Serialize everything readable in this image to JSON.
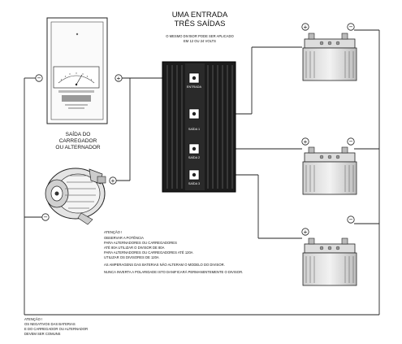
{
  "title": {
    "line1": "UMA ENTRADA",
    "line2": "TRÊS SAÍDAS",
    "sub1": "O MESMO DIVISOR PODE SER APLICADO",
    "sub2": "EM 12 OU 24 VOLTS"
  },
  "splitter": {
    "input": "ENTRADA",
    "out1": "SAÍDA 1",
    "out2": "SAÍDA 2",
    "out3": "SAÍDA 3"
  },
  "source": {
    "caption1": "SAÍDA DO",
    "caption2": "CARREGADOR",
    "caption3": "OU ALTERNADOR"
  },
  "symbols": {
    "plus": "+",
    "minus": "−"
  },
  "note1": {
    "title": "ATENÇÃO !",
    "lines": [
      "OBSERVAR A POTÊNCIA",
      "PARA ALTERNADORES OU CARREGADORES",
      "ATÉ 80A UTILIZAR O DIVISOR DE 80A",
      "PARA ALTERNADORES OU CARREGADORES ATÉ 120A",
      "UTILIZAR OS DIVISORES DE 120A"
    ],
    "line6": "AS AMPERAGENS DAS BATERIAS NÃO ALTERAM O MODELO DO DIVISOR.",
    "line7": "NUNCA INVERTA A POLARIDADE ISTO DANIFICARÁ PERMANENTEMENTE O DIVISOR."
  },
  "note2": {
    "title": "ATENÇÃO !",
    "lines": [
      "OS NEGATIVOS DAS BATERIAS",
      "E DO CARREGADOR OU ALTERNADOR",
      "DEVEM SER COMUNS"
    ]
  }
}
